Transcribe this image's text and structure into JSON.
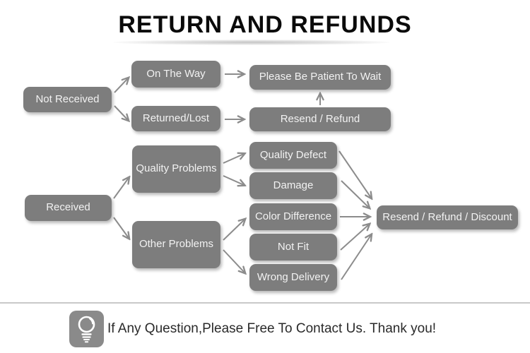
{
  "title": "RETURN AND REFUNDS",
  "flow": {
    "nodes": {
      "not_received": "Not Received",
      "on_the_way": "On The Way",
      "returned_lost": "Returned/Lost",
      "please_wait": "Please Be Patient To Wait",
      "resend_refund": "Resend / Refund",
      "received": "Received",
      "quality_problems": "Quality Problems",
      "other_problems": "Other Problems",
      "quality_defect": "Quality Defect",
      "damage": "Damage",
      "color_difference": "Color Difference",
      "not_fit": "Not Fit",
      "wrong_delivery": "Wrong Delivery",
      "resend_refund_discount": "Resend / Refund / Discount"
    },
    "edges": [
      {
        "from": "not_received",
        "to": "on_the_way"
      },
      {
        "from": "not_received",
        "to": "returned_lost"
      },
      {
        "from": "on_the_way",
        "to": "please_wait"
      },
      {
        "from": "returned_lost",
        "to": "resend_refund"
      },
      {
        "from": "resend_refund",
        "to": "please_wait"
      },
      {
        "from": "received",
        "to": "quality_problems"
      },
      {
        "from": "received",
        "to": "other_problems"
      },
      {
        "from": "quality_problems",
        "to": "quality_defect"
      },
      {
        "from": "quality_problems",
        "to": "damage"
      },
      {
        "from": "other_problems",
        "to": "color_difference"
      },
      {
        "from": "other_problems",
        "to": "wrong_delivery"
      },
      {
        "from": "quality_defect",
        "to": "resend_refund_discount"
      },
      {
        "from": "damage",
        "to": "resend_refund_discount"
      },
      {
        "from": "color_difference",
        "to": "resend_refund_discount"
      },
      {
        "from": "not_fit",
        "to": "resend_refund_discount"
      },
      {
        "from": "wrong_delivery",
        "to": "resend_refund_discount"
      }
    ]
  },
  "footer": {
    "icon": "light-bulb-icon",
    "message": "If Any Question,Please Free To Contact Us. Thank you!"
  },
  "colors": {
    "node_fill": "#7d7d7d",
    "node_text": "#f2f2f2",
    "arrow": "#8c8c8c",
    "divider": "#c9c9c9",
    "title_text": "#0a0a0a",
    "footer_text": "#2a2a2a",
    "icon_fill": "#8a8a8a"
  }
}
